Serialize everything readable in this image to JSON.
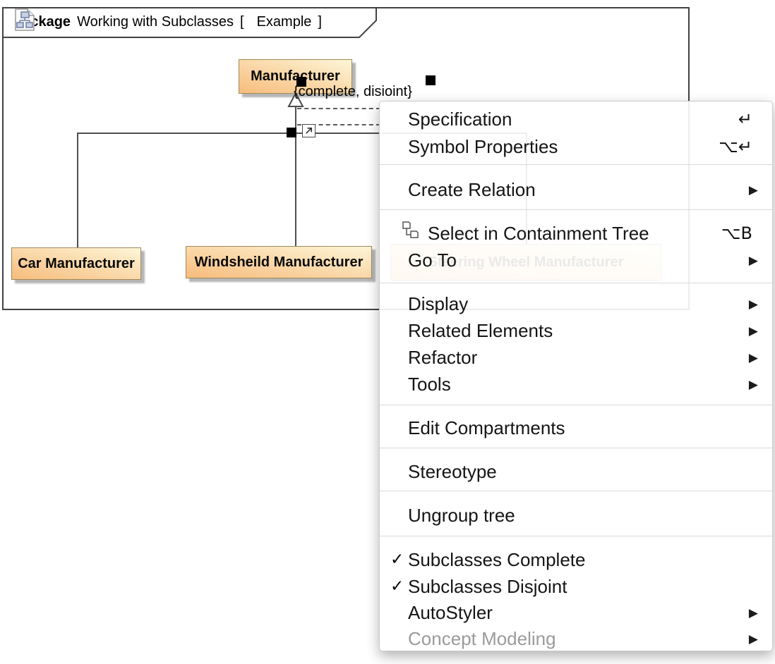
{
  "package_header": {
    "keyword": "package",
    "title": "Working with Subclasses",
    "open_bracket": "[",
    "diagram_name": "Example",
    "close_bracket": "]"
  },
  "diagram": {
    "classes": [
      {
        "name": "Manufacturer"
      },
      {
        "name": "Car Manufacturer"
      },
      {
        "name": "Windsheild Manufacturer"
      },
      {
        "name": "Steering Wheel Manufacturer",
        "obscured_by_menu": true
      }
    ],
    "constraint_label": "{complete, disioint}"
  },
  "icons": {
    "checkmark": "✓",
    "submenu_arrow": "▶"
  },
  "colors": {
    "class_fill_light": "#fdf6d8",
    "class_fill_dark": "#f7bc7c",
    "class_border": "#a08a5a",
    "line": "#4f4f4f",
    "menu_disabled": "#9b9b9b"
  },
  "menu": {
    "items": [
      {
        "label": "Specification",
        "shortcut": "↵"
      },
      {
        "label": "Symbol Properties",
        "shortcut": "⌥↵"
      },
      {
        "label": "Create Relation",
        "submenu": true
      },
      {
        "label": "Select in Containment Tree",
        "shortcut": "⌥B",
        "icon": "containment-tree-icon"
      },
      {
        "label": "Go To",
        "submenu": true
      },
      {
        "label": "Display",
        "submenu": true
      },
      {
        "label": "Related Elements",
        "submenu": true
      },
      {
        "label": "Refactor",
        "submenu": true
      },
      {
        "label": "Tools",
        "submenu": true
      },
      {
        "label": "Edit Compartments"
      },
      {
        "label": "Stereotype"
      },
      {
        "label": "Ungroup tree"
      },
      {
        "label": "Subclasses Complete",
        "checked": true
      },
      {
        "label": "Subclasses Disjoint",
        "checked": true
      },
      {
        "label": "AutoStyler",
        "submenu": true
      },
      {
        "label": "Concept Modeling",
        "submenu": true,
        "disabled": true
      }
    ]
  }
}
